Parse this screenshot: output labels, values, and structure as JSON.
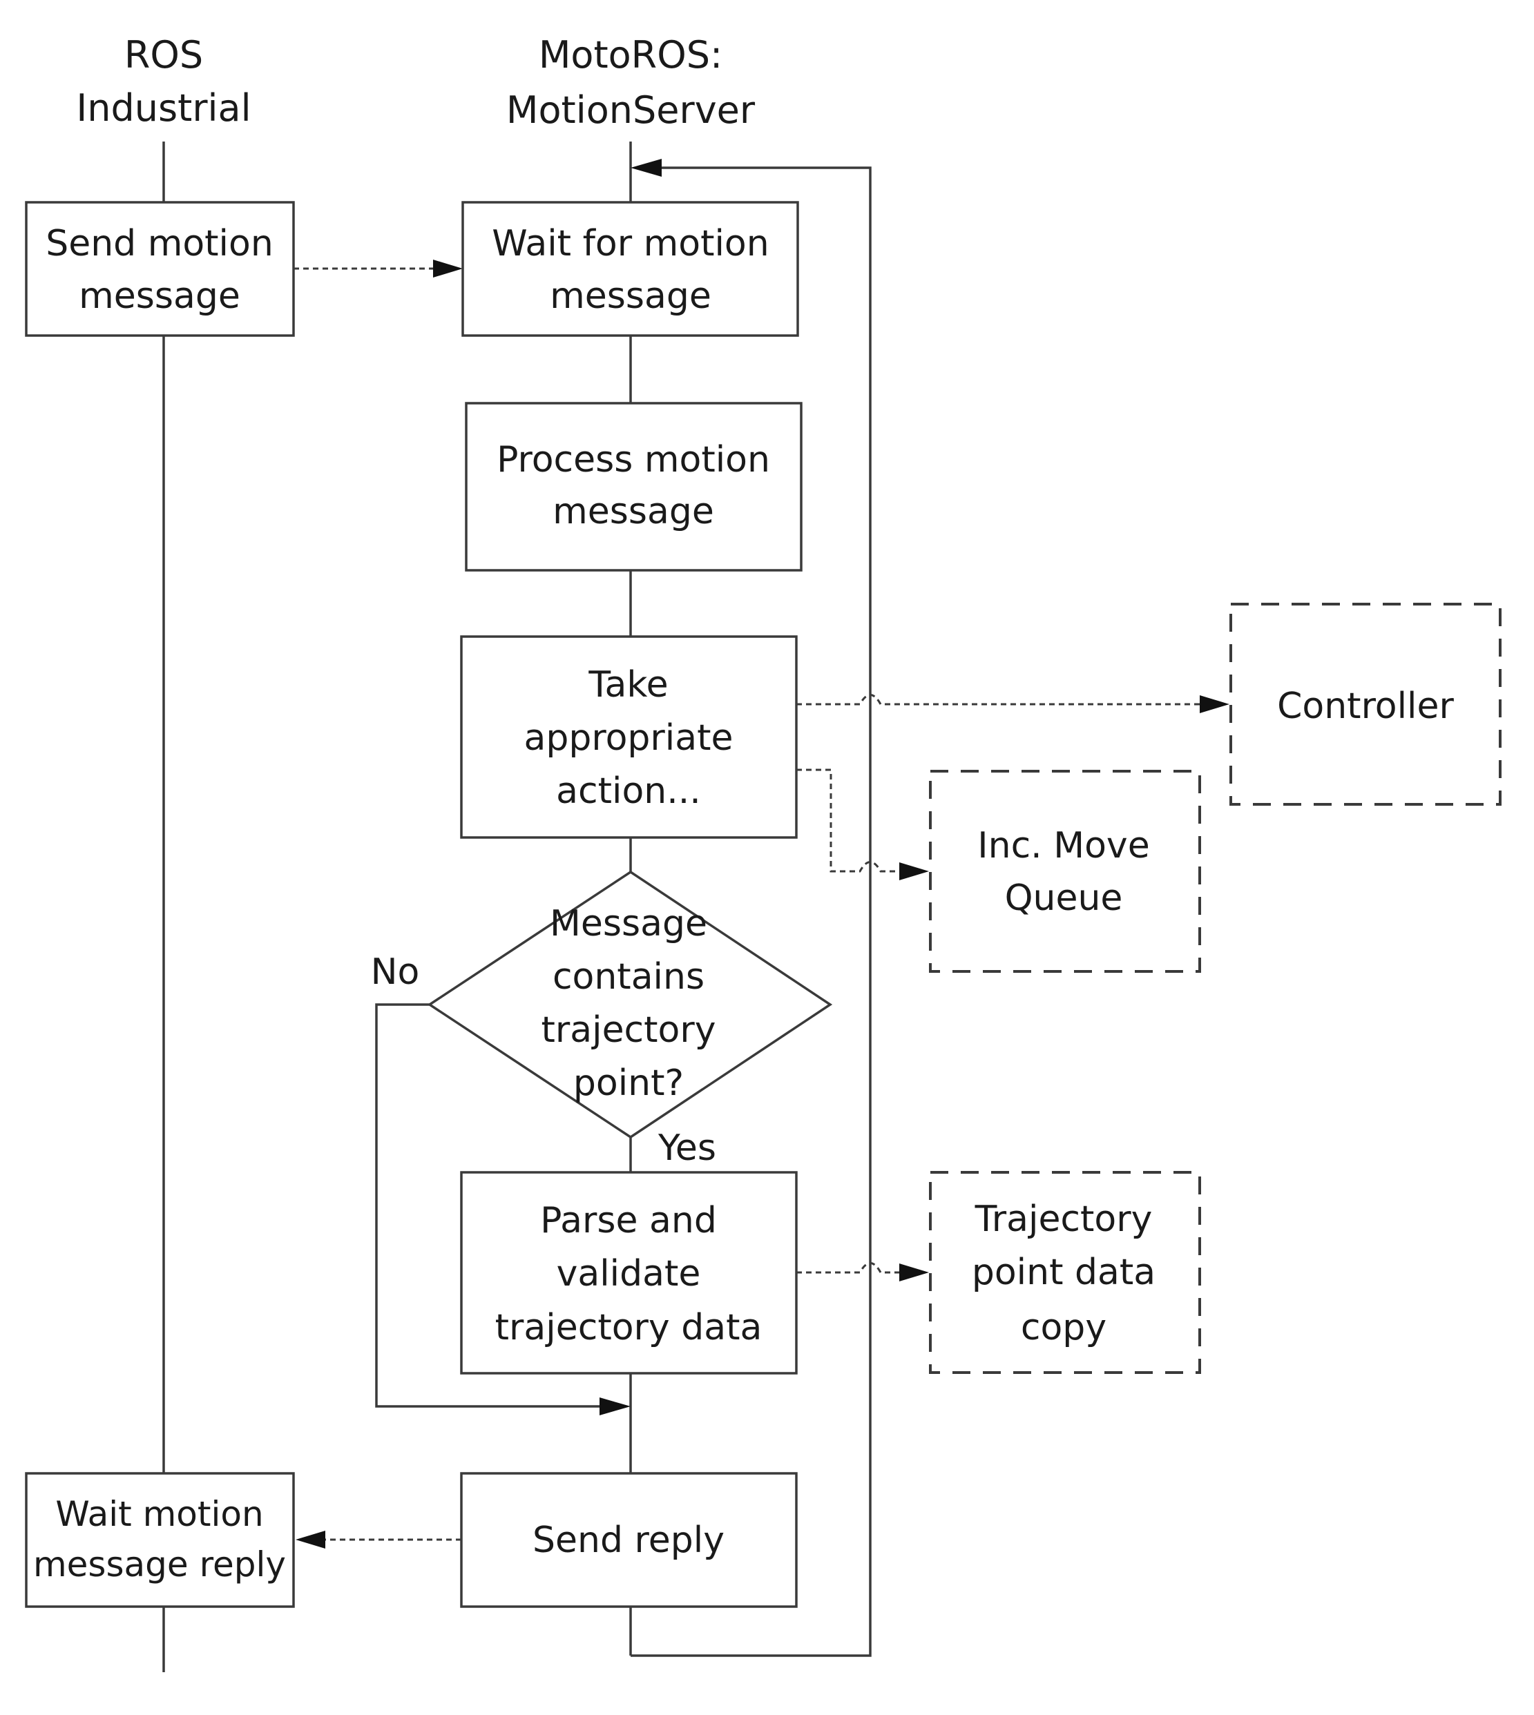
{
  "lanes": {
    "ros_industrial": [
      "ROS",
      "Industrial"
    ],
    "motoros": [
      "MotoROS:",
      "MotionServer"
    ]
  },
  "nodes": {
    "send_motion": [
      "Send motion",
      "message"
    ],
    "wait_motion": [
      "Wait for motion",
      "message"
    ],
    "process_motion": [
      "Process motion",
      "message"
    ],
    "take_action": [
      "Take",
      "appropriate",
      "action..."
    ],
    "decision": [
      "Message",
      "contains",
      "trajectory",
      "point?"
    ],
    "parse_validate": [
      "Parse and",
      "validate",
      "trajectory data"
    ],
    "send_reply": [
      "Send reply"
    ],
    "wait_reply": [
      "Wait motion",
      "message reply"
    ]
  },
  "external": {
    "controller": [
      "Controller"
    ],
    "inc_move_queue": [
      "Inc. Move",
      "Queue"
    ],
    "trajectory_copy": [
      "Trajectory",
      "point data",
      "copy"
    ]
  },
  "branches": {
    "no": "No",
    "yes": "Yes"
  }
}
